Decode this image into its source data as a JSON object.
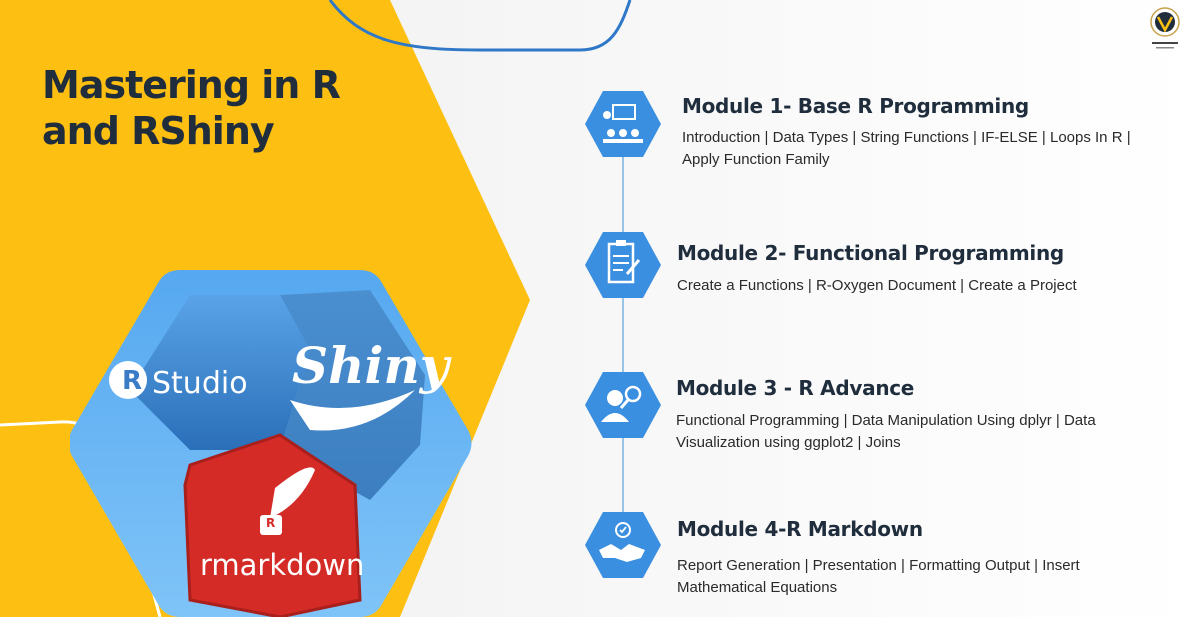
{
  "title": "Mastering in R and RShiny",
  "colors": {
    "yellow": "#fdbf12",
    "accent_blue": "#3b8fe0",
    "dark_text": "#1f2d3d",
    "rmarkdown_red": "#d42b27"
  },
  "logos": {
    "rstudio": {
      "letter": "R",
      "word": "Studio"
    },
    "shiny": {
      "word": "Shiny"
    },
    "rmarkdown": {
      "word": "rmarkdown",
      "letter": "R"
    }
  },
  "modules": [
    {
      "title": "Module 1- Base R Programming",
      "description": "Introduction | Data Types | String Functions | IF-ELSE | Loops In R | Apply Function Family",
      "icon": "presentation-icon"
    },
    {
      "title": "Module 2- Functional Programming",
      "description": "Create a Functions | R-Oxygen Document | Create a Project",
      "icon": "checklist-icon"
    },
    {
      "title": "Module 3 - R Advance",
      "description": "Functional Programming | Data Manipulation Using dplyr | Data Visualization using ggplot2 | Joins",
      "icon": "search-person-icon"
    },
    {
      "title": "Module 4-R  Markdown",
      "description": "Report Generation | Presentation | Formatting Output | Insert Mathematical Equations",
      "icon": "handshake-icon"
    }
  ]
}
